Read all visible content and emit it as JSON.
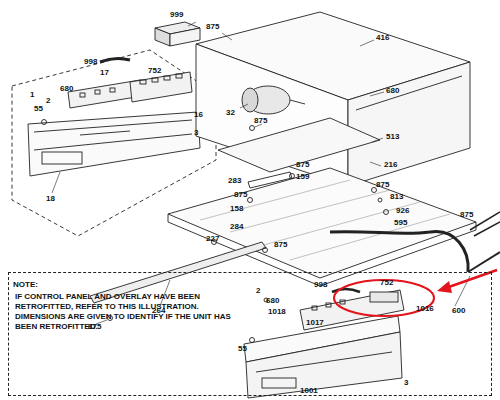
{
  "diagram": {
    "nodes": [
      {
        "text": [
          "NOTE:",
          "IF CONTROL PANEL AND OVERLAY HAVE BEEN RETROFITTED, REFER TO THIS ILLUSTRATION. DIMENSIONS ARE GIVEN TO IDENTIFY IF THE UNIT HAS BEEN RETROFITTED."
        ]
      }
    ],
    "labels": [
      "999",
      "998",
      "875",
      "416",
      "752",
      "17",
      "1",
      "680",
      "2",
      "55",
      "16",
      "3",
      "18",
      "32",
      "680",
      "513",
      "875",
      "216",
      "283",
      "875",
      "159",
      "875",
      "158",
      "284",
      "875",
      "813",
      "926",
      "595",
      "875",
      "227",
      "264",
      "875",
      "875",
      "600",
      "2",
      "680",
      "1018",
      "998",
      "752",
      "1017",
      "1016",
      "55",
      "3",
      "1001"
    ]
  }
}
